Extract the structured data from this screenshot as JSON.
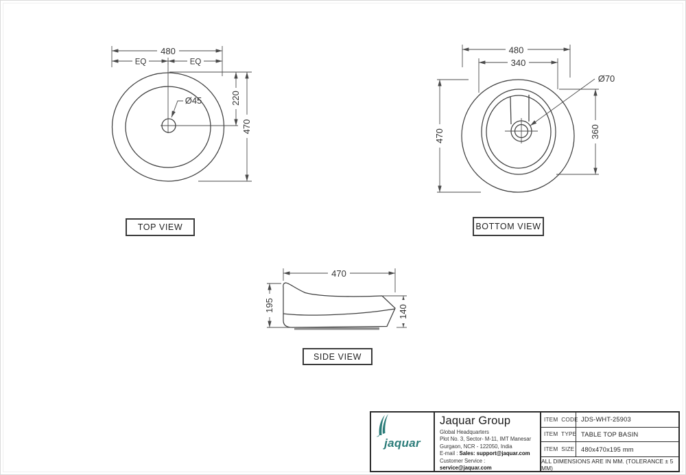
{
  "sheet": {
    "bg": "#ffffff",
    "line_color": "#3e3e3e",
    "accent_teal": "#2b7c79"
  },
  "views": {
    "top": {
      "label": "TOP VIEW",
      "dims": {
        "width": "480",
        "eq": "EQ",
        "hole_dia": "Ø45",
        "center_to_top": "220",
        "depth": "470"
      }
    },
    "bottom": {
      "label": "BOTTOM VIEW",
      "dims": {
        "width": "480",
        "rim_width": "340",
        "drain_dia": "Ø70",
        "depth": "470",
        "rim_depth": "360"
      }
    },
    "side": {
      "label": "SIDE VIEW",
      "dims": {
        "length": "470",
        "height_back": "195",
        "height_front": "140"
      }
    }
  },
  "title_block": {
    "logo": {
      "wordmark": "jaquar"
    },
    "company_name": "Jaquar Group",
    "address": [
      "Global Headquarters",
      "Plot No. 3, Sector- M-11, IMT Manesar",
      "Gurgaon, NCR - 122050, India"
    ],
    "email_label": "E-mail : ",
    "email_value": "Sales: support@jaquar.com",
    "service_label": "Customer Service : ",
    "service_value": "service@jaquar.com",
    "items": [
      {
        "label": "ITEM  CODE",
        "value": "JDS-WHT-25903"
      },
      {
        "label": "ITEM  TYPE",
        "value": "TABLE TOP BASIN"
      },
      {
        "label": "ITEM  SIZE",
        "value": "480x470x195 mm"
      }
    ],
    "tolerance_note": "ALL DIMENSIONS ARE IN MM. (TOLERANCE ± 5 MM)"
  }
}
